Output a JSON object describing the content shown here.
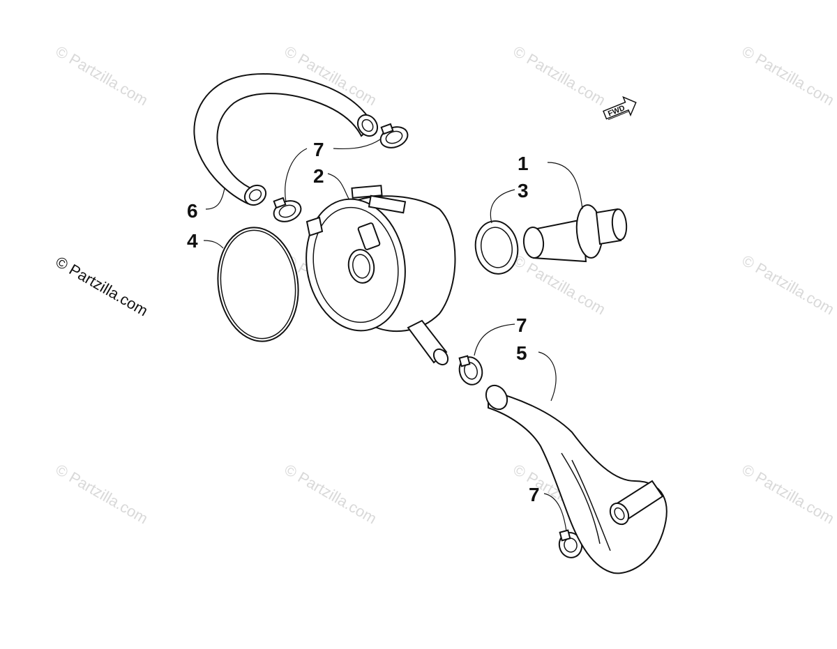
{
  "watermark_text": "© Partzilla.com",
  "main_watermark_text": "© Partzilla.com",
  "fwd_label": "FWD",
  "callouts": [
    {
      "id": "1",
      "label": "1"
    },
    {
      "id": "2",
      "label": "2"
    },
    {
      "id": "3",
      "label": "3"
    },
    {
      "id": "4",
      "label": "4"
    },
    {
      "id": "5",
      "label": "5"
    },
    {
      "id": "6",
      "label": "6"
    },
    {
      "id": "7a",
      "label": "7"
    },
    {
      "id": "7b",
      "label": "7"
    },
    {
      "id": "7c",
      "label": "7"
    }
  ]
}
